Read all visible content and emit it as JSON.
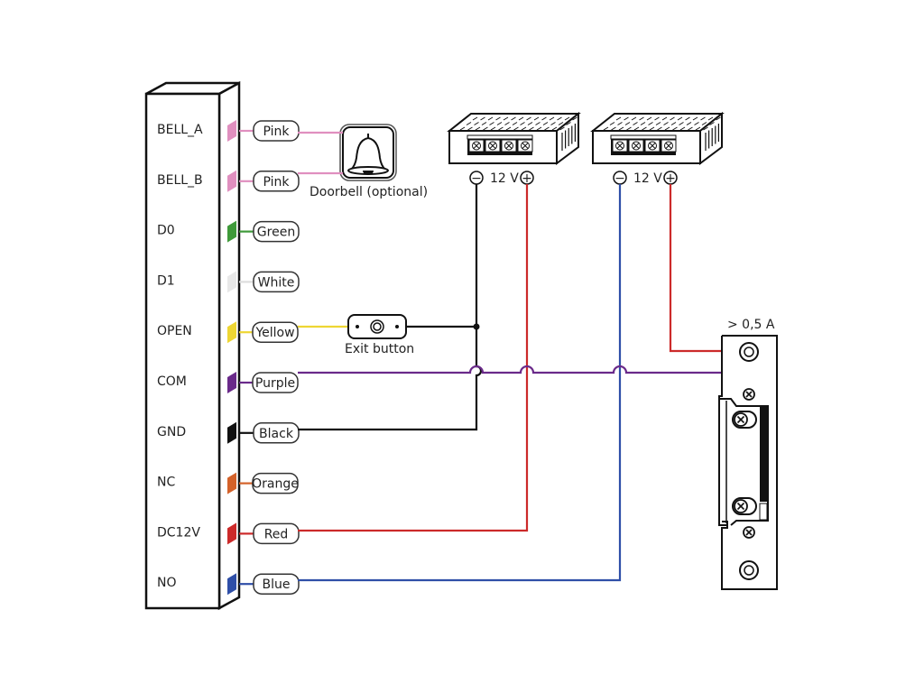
{
  "title": "Access controller wiring diagram",
  "controller": {
    "pins": [
      {
        "name": "BELL_A",
        "wire": "Pink",
        "color": "#e08fbf"
      },
      {
        "name": "BELL_B",
        "wire": "Pink",
        "color": "#e08fbf"
      },
      {
        "name": "D0",
        "wire": "Green",
        "color": "#3f9a3a"
      },
      {
        "name": "D1",
        "wire": "White",
        "color": "#e8e8e8"
      },
      {
        "name": "OPEN",
        "wire": "Yellow",
        "color": "#eed633"
      },
      {
        "name": "COM",
        "wire": "Purple",
        "color": "#6a2a8a"
      },
      {
        "name": "GND",
        "wire": "Black",
        "color": "#111111"
      },
      {
        "name": "NC",
        "wire": "Orange",
        "color": "#d4622a"
      },
      {
        "name": "DC12V",
        "wire": "Red",
        "color": "#cc2a2a"
      },
      {
        "name": "NO",
        "wire": "Blue",
        "color": "#2f4fa8"
      }
    ]
  },
  "doorbell": {
    "label": "Doorbell (optional)",
    "icon": "bell-icon"
  },
  "exit_button": {
    "label": "Exit button",
    "icon": "push-button-icon"
  },
  "power_supplies": [
    {
      "label": "12 V",
      "minus": "−",
      "plus": "+"
    },
    {
      "label": "12 V",
      "minus": "−",
      "plus": "+"
    }
  ],
  "lock": {
    "label": "> 0,5 A",
    "icon": "electric-strike-icon"
  },
  "colors": {
    "red_wire": "#cc2a2a",
    "blue_wire": "#2f4fa8",
    "black_wire": "#111111",
    "purple_wire": "#6a2a8a",
    "yellow_wire": "#eed633",
    "pink_wire": "#e08fbf"
  }
}
